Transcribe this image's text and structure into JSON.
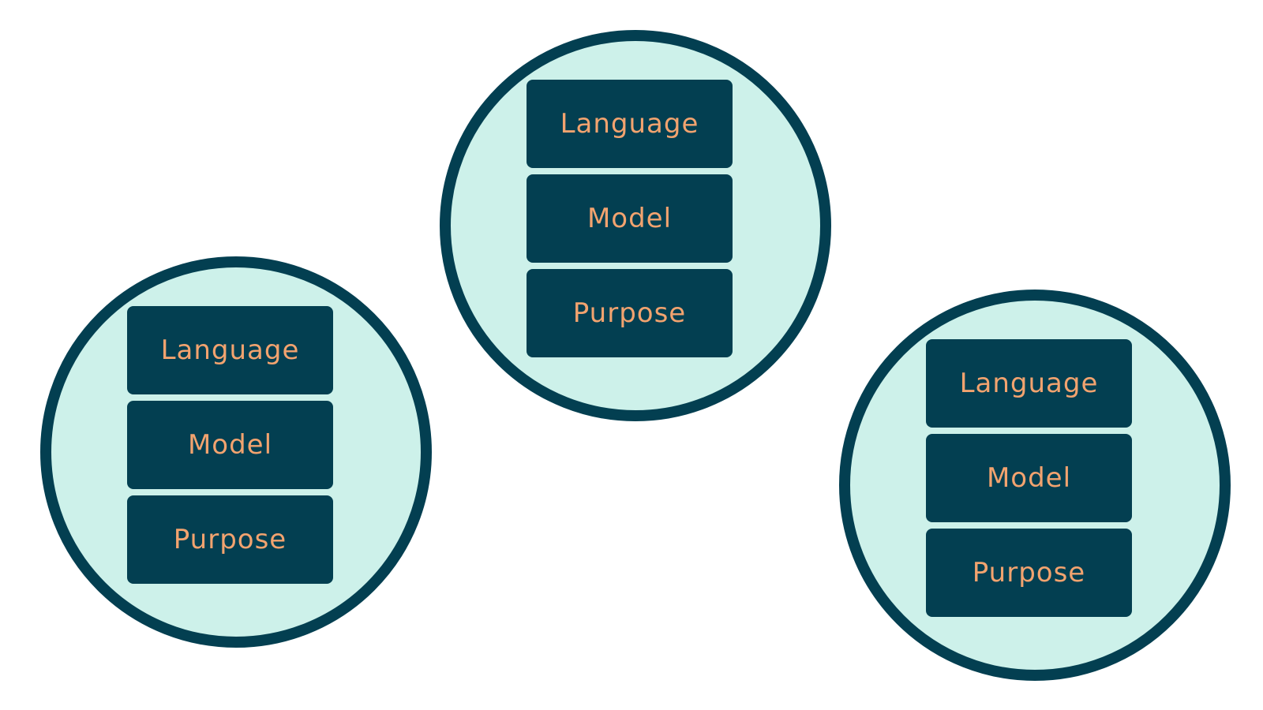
{
  "colors": {
    "circle_fill": "#cdf1ea",
    "circle_border": "#033f51",
    "block_fill": "#033f51",
    "block_text": "#f2a36f"
  },
  "stacks": [
    {
      "labels": [
        "Language",
        "Model",
        "Purpose"
      ]
    },
    {
      "labels": [
        "Language",
        "Model",
        "Purpose"
      ]
    },
    {
      "labels": [
        "Language",
        "Model",
        "Purpose"
      ]
    }
  ]
}
